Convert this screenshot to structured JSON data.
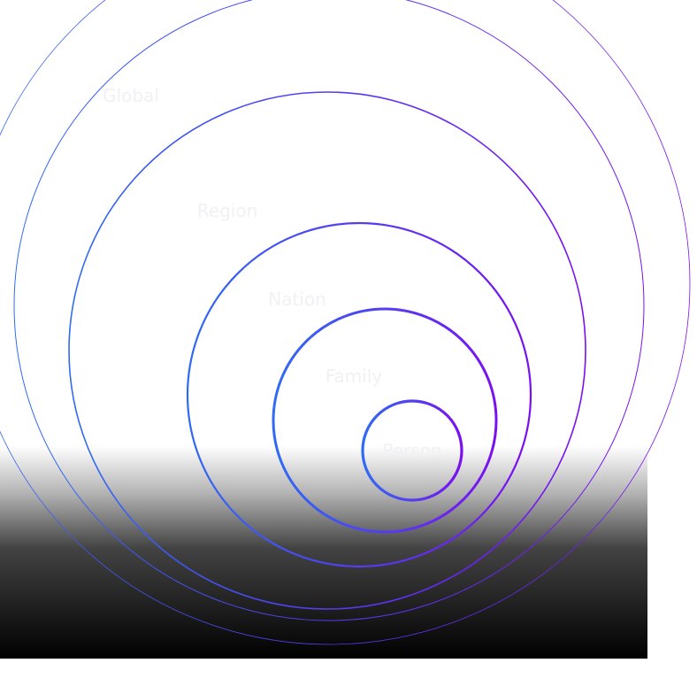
{
  "diagram": {
    "levels": [
      {
        "label": "Global"
      },
      {
        "label": "Region"
      },
      {
        "label": "Nation"
      },
      {
        "label": "Family"
      },
      {
        "label": "Person"
      }
    ]
  },
  "colors": {
    "ring_start": "#2f6bf2",
    "ring_end": "#7a10f0",
    "label": "#f1f1f5",
    "fade_dark": "#000000"
  }
}
